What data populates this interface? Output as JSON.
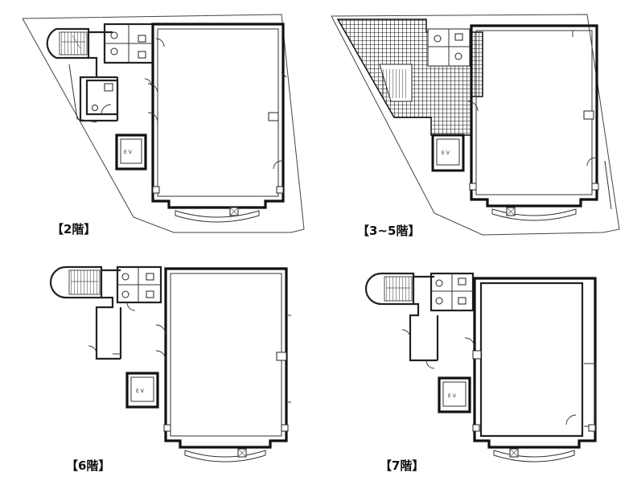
{
  "floors": [
    {
      "id": "floor-2",
      "label": "【2階】",
      "ev": "E V"
    },
    {
      "id": "floor-3-5",
      "label": "【3~5階】",
      "ev": "E V"
    },
    {
      "id": "floor-6",
      "label": "【6階】",
      "ev": "E V"
    },
    {
      "id": "floor-7",
      "label": "【7階】",
      "ev": "E V"
    }
  ]
}
